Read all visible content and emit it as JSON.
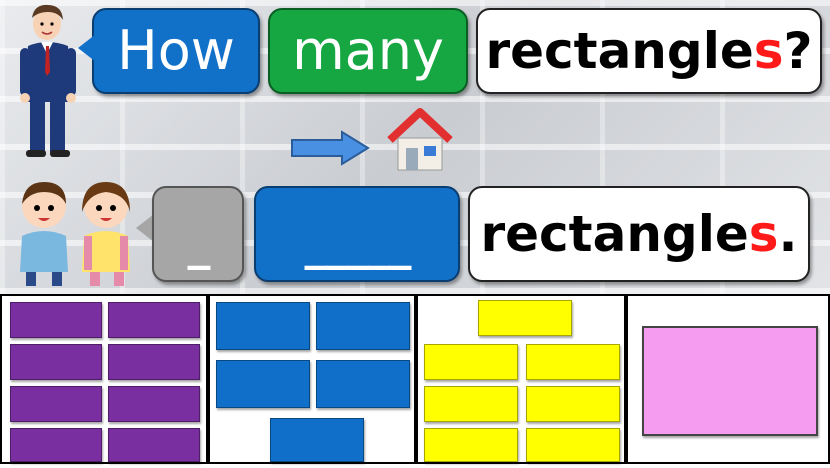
{
  "question": {
    "word1": "How",
    "word2": "many",
    "word3_main": "rectangle",
    "word3_suffix": "s",
    "word3_punct": "?"
  },
  "answer": {
    "blank_short": "_",
    "blank_long": "_____",
    "word_main": "rectangle",
    "word_suffix": "s",
    "word_punct": "."
  },
  "colors": {
    "word_blue": "#1170c8",
    "word_green": "#16a742",
    "highlight_red": "#ff1a1a",
    "blank_gray": "#a6a6a6",
    "rect_purple": "#7a2fa0",
    "rect_blue": "#0f6fc9",
    "rect_yellow": "#ffff00",
    "rect_pink": "#f59bf0"
  },
  "icons": [
    "teacher-icon",
    "arrow-right-icon",
    "house-icon",
    "students-icon"
  ],
  "panels": [
    {
      "color": "purple",
      "count": 8
    },
    {
      "color": "blue",
      "count": 5
    },
    {
      "color": "yellow",
      "count": 7
    },
    {
      "color": "pink",
      "count": 1
    }
  ]
}
